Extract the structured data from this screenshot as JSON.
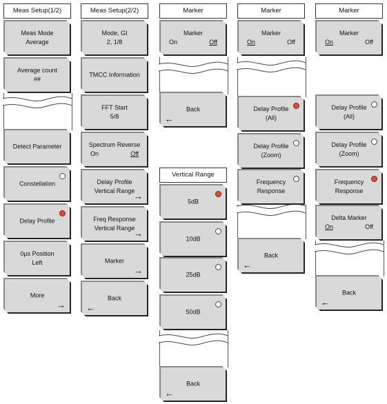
{
  "menus": [
    {
      "title": "Meas Setup(1/2)",
      "keys": [
        {
          "lines": [
            "Meas Mode",
            "Average"
          ]
        },
        {
          "lines": [
            "Average count",
            "##"
          ]
        },
        {
          "lines": [
            "Detect Parameter"
          ]
        },
        {
          "lines": [
            "Constellation"
          ],
          "radio": "off"
        },
        {
          "lines": [
            "Delay Profile"
          ],
          "radio": "on"
        },
        {
          "lines": [
            "0µs Position",
            "Left"
          ]
        },
        {
          "lines": [
            "More"
          ],
          "arrow": "→"
        }
      ]
    },
    {
      "title": "Meas Setup(2/2)",
      "keys": [
        {
          "lines": [
            "Mode, GI",
            "2, 1/8"
          ]
        },
        {
          "lines": [
            "TMCC Information"
          ]
        },
        {
          "lines": [
            "FFT Start",
            "5/8"
          ]
        },
        {
          "lines": [
            "Spectrum Reverse"
          ],
          "on": "On",
          "off": "Off",
          "selected": "off"
        },
        {
          "lines": [
            "Delay Profile",
            "Vertical Range"
          ],
          "arrow": "→"
        },
        {
          "lines": [
            "Freq Response",
            "Vertical Range"
          ],
          "arrow": "→"
        },
        {
          "lines": [
            "Marker"
          ],
          "arrow": "→"
        },
        {
          "lines": [
            "Back"
          ],
          "arrow": "←"
        }
      ]
    },
    {
      "title": "Marker",
      "keys": [
        {
          "lines": [
            "Marker"
          ],
          "on": "On",
          "off": "Off",
          "selected": "off"
        },
        {
          "lines": [
            "Back"
          ],
          "arrow": "←"
        }
      ]
    },
    {
      "title": "Vertical Range",
      "keys": [
        {
          "lines": [
            "5dB"
          ],
          "radio": "on"
        },
        {
          "lines": [
            "10dB"
          ],
          "radio": "off"
        },
        {
          "lines": [
            "25dB"
          ],
          "radio": "off"
        },
        {
          "lines": [
            "50dB"
          ],
          "radio": "off"
        },
        {
          "lines": [
            "Back"
          ],
          "arrow": "←"
        }
      ]
    },
    {
      "title": "Marker",
      "keys": [
        {
          "lines": [
            "Marker"
          ],
          "on": "On",
          "off": "Off",
          "selected": "on"
        },
        {
          "lines": [
            "Delay Profile",
            "(All)"
          ],
          "radio": "on"
        },
        {
          "lines": [
            "Delay Profile",
            "(Zoom)"
          ],
          "radio": "off"
        },
        {
          "lines": [
            "Frequency",
            "Response"
          ],
          "radio": "off"
        },
        {
          "lines": [
            "Back"
          ],
          "arrow": "←"
        }
      ]
    },
    {
      "title": "Marker",
      "keys": [
        {
          "lines": [
            "Marker"
          ],
          "on": "On",
          "off": "Off",
          "selected": "on"
        },
        {
          "lines": [
            "Delay Profile",
            "(All)"
          ],
          "radio": "off"
        },
        {
          "lines": [
            "Delay Profile",
            "(Zoom)"
          ],
          "radio": "off"
        },
        {
          "lines": [
            "Frequency",
            "Response"
          ],
          "radio": "on"
        },
        {
          "lines": [
            "Delta Marker"
          ],
          "on": "On",
          "off": "Off",
          "selected": "on"
        },
        {
          "lines": [
            "Back"
          ],
          "arrow": "←"
        }
      ]
    }
  ],
  "colors": {
    "key_face": "#d9d9d9",
    "radio_on": "#e24a33",
    "radio_off": "#ffffff"
  }
}
